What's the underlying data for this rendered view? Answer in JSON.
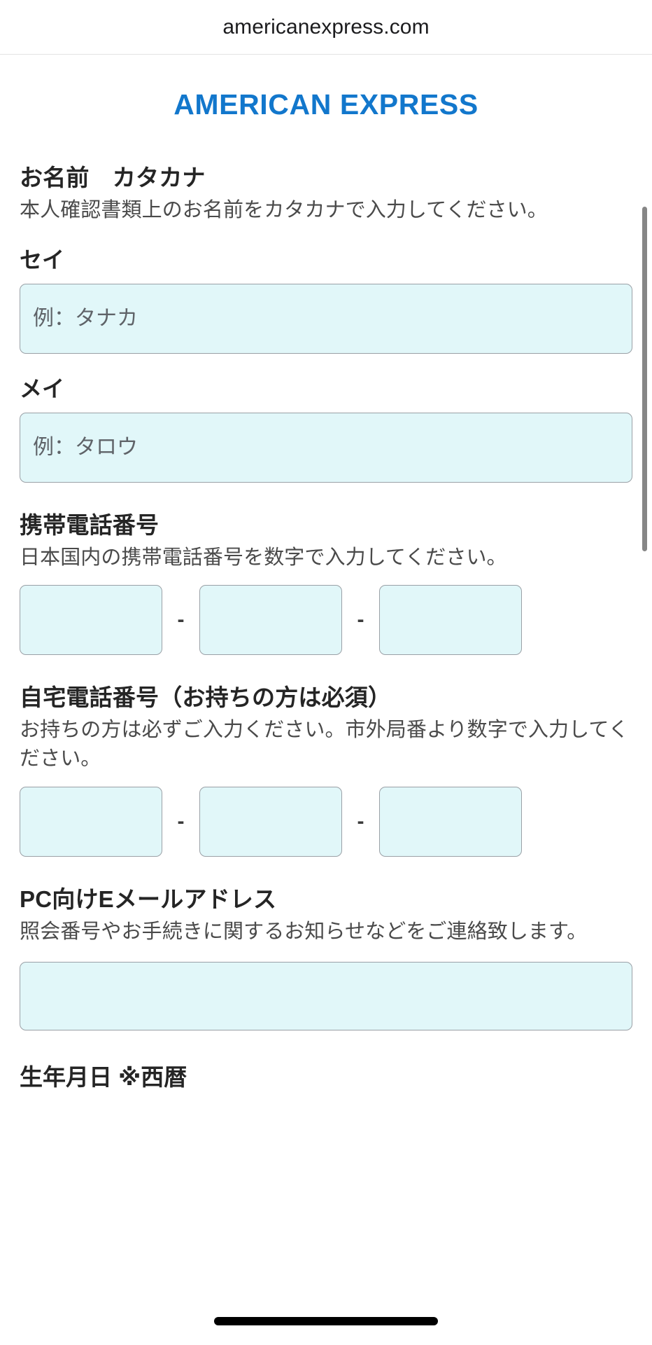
{
  "browser": {
    "url": "americanexpress.com"
  },
  "brand": {
    "logo_text": "AMERICAN EXPRESS",
    "logo_color": "#1277cc"
  },
  "form": {
    "name_section": {
      "heading": "お名前　カタカナ",
      "description": "本人確認書類上のお名前をカタカナで入力してください。",
      "last_name": {
        "label": "セイ",
        "placeholder": "例：タナカ",
        "value": ""
      },
      "first_name": {
        "label": "メイ",
        "placeholder": "例：タロウ",
        "value": ""
      }
    },
    "mobile_phone": {
      "heading": "携帯電話番号",
      "description": "日本国内の携帯電話番号を数字で入力してください。",
      "separator": "-",
      "parts": [
        {
          "name": "part1",
          "value": "",
          "placeholder": ""
        },
        {
          "name": "part2",
          "value": "",
          "placeholder": ""
        },
        {
          "name": "part3",
          "value": "",
          "placeholder": ""
        }
      ]
    },
    "home_phone": {
      "heading": "自宅電話番号（お持ちの方は必須）",
      "description": "お持ちの方は必ずご入力ください。市外局番より数字で入力してください。",
      "separator": "-",
      "parts": [
        {
          "name": "part1",
          "value": "",
          "placeholder": ""
        },
        {
          "name": "part2",
          "value": "",
          "placeholder": ""
        },
        {
          "name": "part3",
          "value": "",
          "placeholder": ""
        }
      ]
    },
    "email": {
      "heading": "PC向けEメールアドレス",
      "description": "照会番号やお手続きに関するお知らせなどをご連絡致します。",
      "placeholder": "",
      "value": ""
    },
    "birthdate": {
      "heading": "生年月日 ※西暦"
    }
  },
  "colors": {
    "input_fill": "#e1f7f9",
    "input_border": "#9aa0a6",
    "heading_text": "#252525",
    "body_text": "#4a4a4a",
    "scrollbar": "#868686"
  }
}
